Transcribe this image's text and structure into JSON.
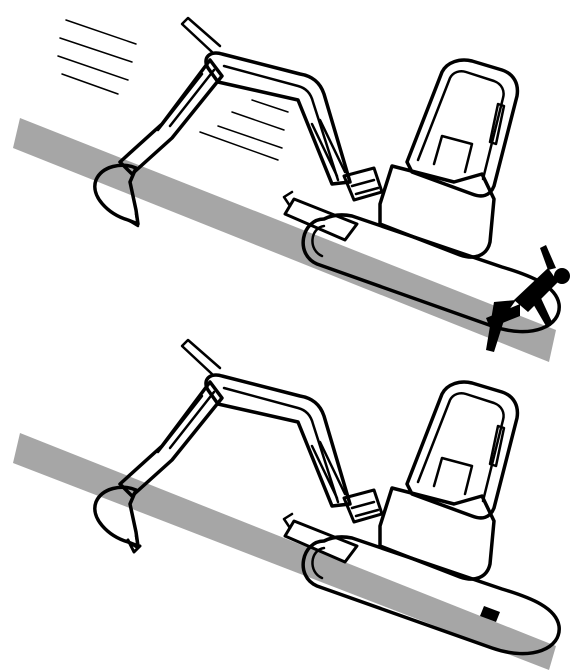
{
  "colors": {
    "ground": "#a6a6a6",
    "ink": "#000000",
    "paper": "#ffffff"
  },
  "panels": [
    {
      "id": "top",
      "depicts": "excavator-sliding-on-slope-with-bucket-raised",
      "hazard": "person-struck"
    },
    {
      "id": "bottom",
      "depicts": "excavator-stabilized-on-slope-with-bucket-on-ground",
      "hazard": "none"
    }
  ]
}
